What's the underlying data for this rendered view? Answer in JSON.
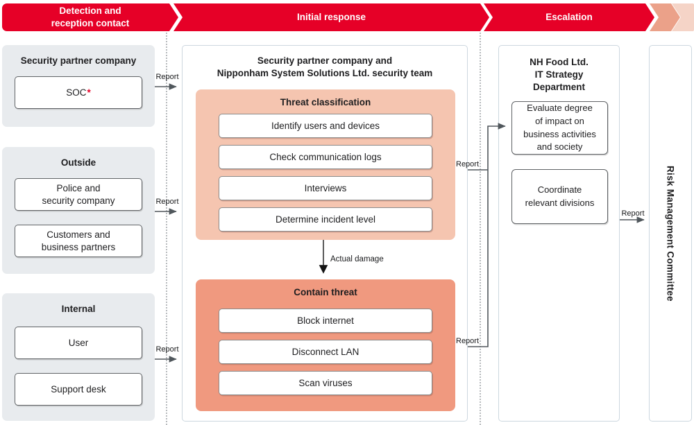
{
  "header": {
    "stages": [
      {
        "label": "Detection and\nreception contact"
      },
      {
        "label": "Initial response"
      },
      {
        "label": "Escalation"
      }
    ]
  },
  "labels": {
    "report": "Report",
    "actual_damage": "Actual damage"
  },
  "colors": {
    "brand_red": "#e60027",
    "chevron_mid": "#eba189",
    "chevron_light": "#f5d4c7",
    "panel_fill": "#e8ebee",
    "threat_fill": "#f5c5b0",
    "contain_fill": "#f0997f",
    "container_border": "#ccd7df"
  },
  "detection": {
    "groups": [
      {
        "title": "Security partner company",
        "items": [
          {
            "label": "SOC",
            "mark": "*"
          }
        ]
      },
      {
        "title": "Outside",
        "items": [
          {
            "label": "Police and\nsecurity company"
          },
          {
            "label": "Customers and\nbusiness partners"
          }
        ]
      },
      {
        "title": "Internal",
        "items": [
          {
            "label": "User"
          },
          {
            "label": "Support desk"
          }
        ]
      }
    ]
  },
  "initial_response": {
    "title": "Security partner company and\nNipponham System Solutions Ltd. security team",
    "phases": [
      {
        "title": "Threat classification",
        "steps": [
          "Identify users and devices",
          "Check communication logs",
          "Interviews",
          "Determine incident level"
        ]
      },
      {
        "title": "Contain threat",
        "steps": [
          "Block internet",
          "Disconnect LAN",
          "Scan viruses"
        ]
      }
    ]
  },
  "escalation": {
    "title": "NH Food Ltd.\nIT Strategy\nDepartment",
    "items": [
      {
        "label": "Evaluate degree\nof impact on\nbusiness activities\nand society"
      },
      {
        "label": "Coordinate\nrelevant divisions"
      }
    ]
  },
  "committee": {
    "title": "Risk Management Committee"
  }
}
